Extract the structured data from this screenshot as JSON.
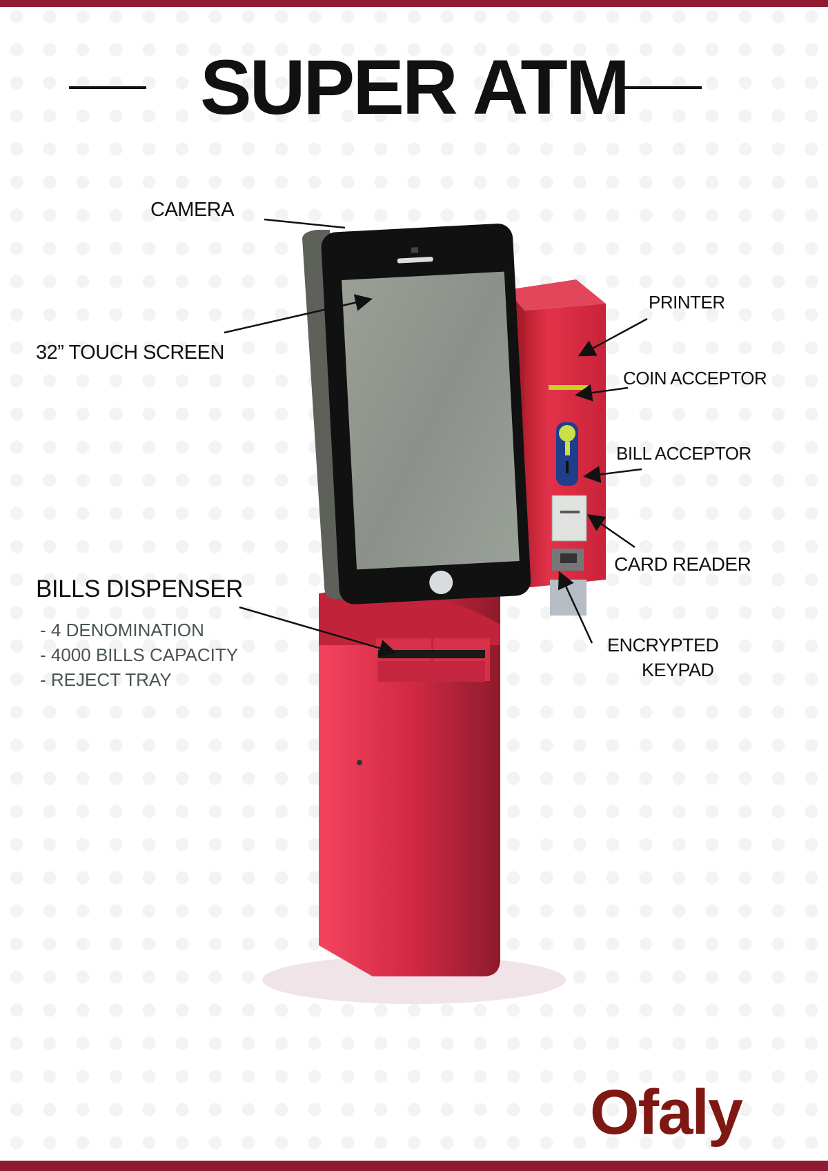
{
  "title": "SUPER ATM",
  "labels": {
    "camera": "CAMERA",
    "touch_screen": "32” TOUCH SCREEN",
    "printer": "PRINTER",
    "coin_acceptor": "COIN ACCEPTOR",
    "bill_acceptor": "BILL ACCEPTOR",
    "card_reader": "CARD READER",
    "keypad_line1": "ENCRYPTED",
    "keypad_line2": "KEYPAD",
    "bills_dispenser": "BILLS DISPENSER"
  },
  "dispenser_features": [
    "- 4 DENOMINATION",
    "- 4000 BILLS CAPACITY",
    "- REJECT TRAY"
  ],
  "brand": "Ofaly",
  "colors": {
    "accent": "#8e1b30",
    "kiosk_red": "#e8344f",
    "logo": "#7f1712"
  }
}
